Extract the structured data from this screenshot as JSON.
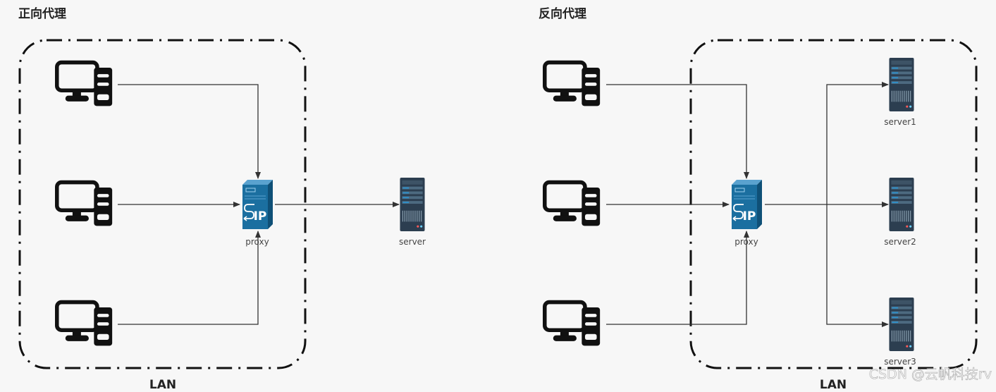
{
  "forward": {
    "title": "正向代理",
    "lan_label": "LAN",
    "proxy_label": "proxy",
    "server_label": "server"
  },
  "reverse": {
    "title": "反向代理",
    "lan_label": "LAN",
    "proxy_label": "proxy",
    "servers": [
      "server1",
      "server2",
      "server3"
    ]
  },
  "proxy_badge": "IP",
  "watermark": "CSDN @云帆科技rv",
  "colors": {
    "proxy": "#1b6fa0",
    "server": "#2c3e50",
    "computer": "#111111",
    "boundary": "#111111",
    "edge": "#333333"
  }
}
